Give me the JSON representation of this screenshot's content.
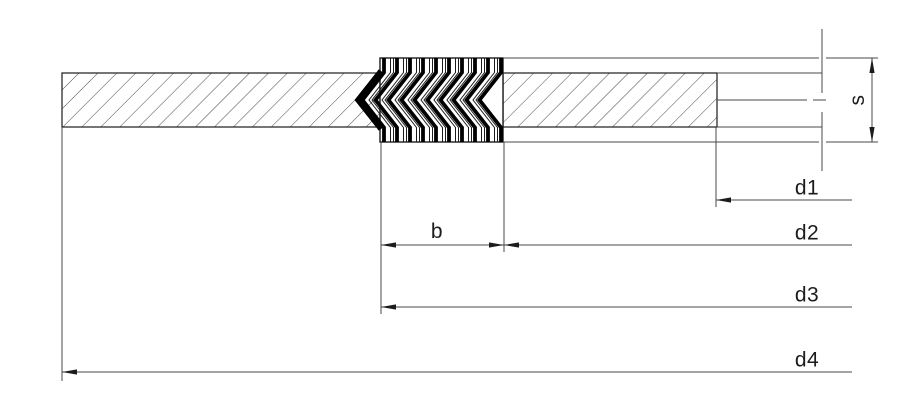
{
  "drawing": {
    "dimension_labels": {
      "d1": "d1",
      "d2": "d2",
      "d3": "d3",
      "d4": "d4",
      "b": "b",
      "s": "s"
    }
  },
  "colors": {
    "bg": "#ffffff",
    "ink": "#1c1c1c",
    "line": "#4a4a4a",
    "hatch": "#333333"
  }
}
